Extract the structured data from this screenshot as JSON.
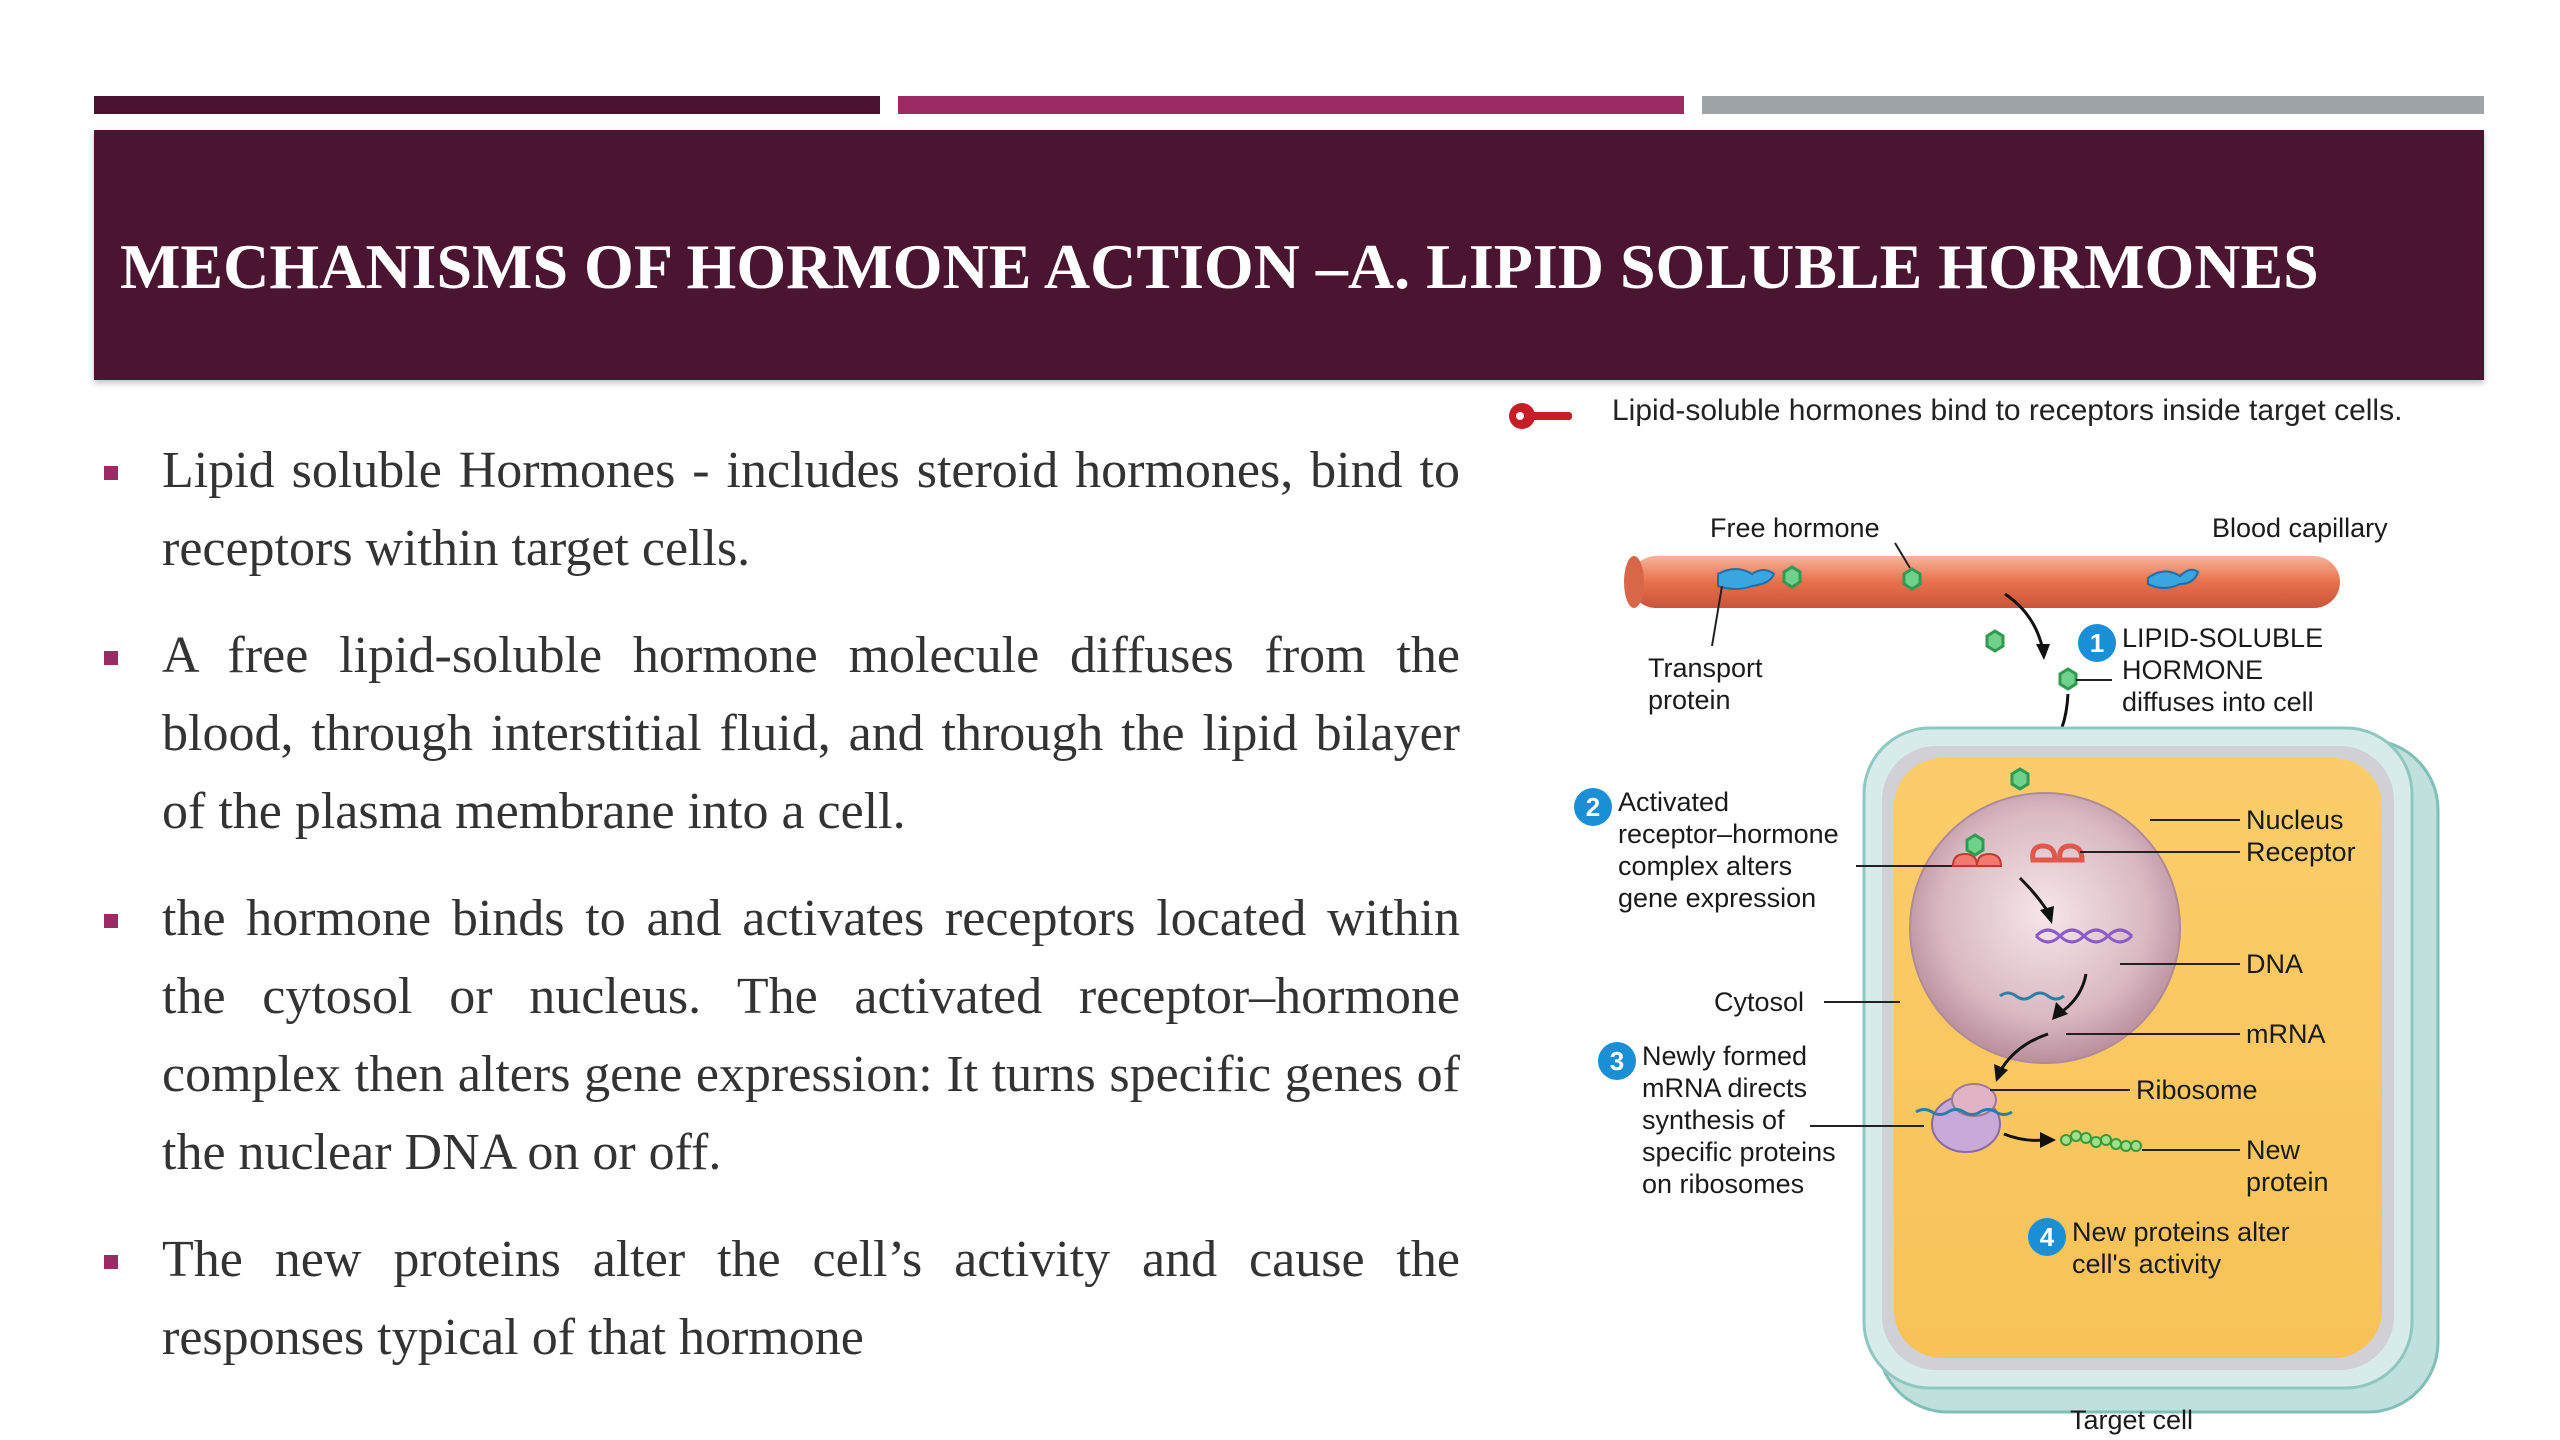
{
  "slide": {
    "title": "MECHANISMS OF HORMONE ACTION –A. LIPID SOLUBLE HORMONES",
    "colors": {
      "header": "#4b1430",
      "accent": "#9c2a63",
      "bar_gray": "#9ea4a8"
    }
  },
  "bullets": [
    "Lipid soluble Hormones -  includes steroid hormones, bind to receptors within target cells.",
    "A free lipid-soluble hormone molecule diffuses from the blood, through interstitial fluid, and through the lipid bilayer of the plasma membrane into a cell.",
    "the hormone binds to and activates receptors located within the cytosol or nucleus. The activated receptor–hormone complex then alters gene expression: It turns specific genes of the nuclear DNA on or off.",
    "The new proteins alter the cell’s activity and cause the responses typical of that hormone"
  ],
  "figure": {
    "key_icon": "key-icon",
    "caption": "Lipid-soluble hormones bind to receptors inside target cells.",
    "labels": {
      "free_hormone": "Free hormone",
      "blood_capillary": "Blood capillary",
      "transport_protein_1": "Transport",
      "transport_protein_2": "protein",
      "nucleus": "Nucleus",
      "receptor": "Receptor",
      "dna": "DNA",
      "mrna": "mRNA",
      "ribosome": "Ribosome",
      "new_protein_1": "New",
      "new_protein_2": "protein",
      "cytosol": "Cytosol",
      "target_cell": "Target cell"
    },
    "steps": [
      {
        "number": "1",
        "lines": [
          "LIPID-SOLUBLE",
          "HORMONE",
          "diffuses into cell"
        ]
      },
      {
        "number": "2",
        "lines": [
          "Activated",
          "receptor–hormone",
          "complex alters",
          "gene expression"
        ]
      },
      {
        "number": "3",
        "lines": [
          "Newly formed",
          "mRNA directs",
          "synthesis of",
          "specific proteins",
          "on ribosomes"
        ]
      },
      {
        "number": "4",
        "lines": [
          "New proteins alter",
          "cell's activity"
        ]
      }
    ]
  }
}
